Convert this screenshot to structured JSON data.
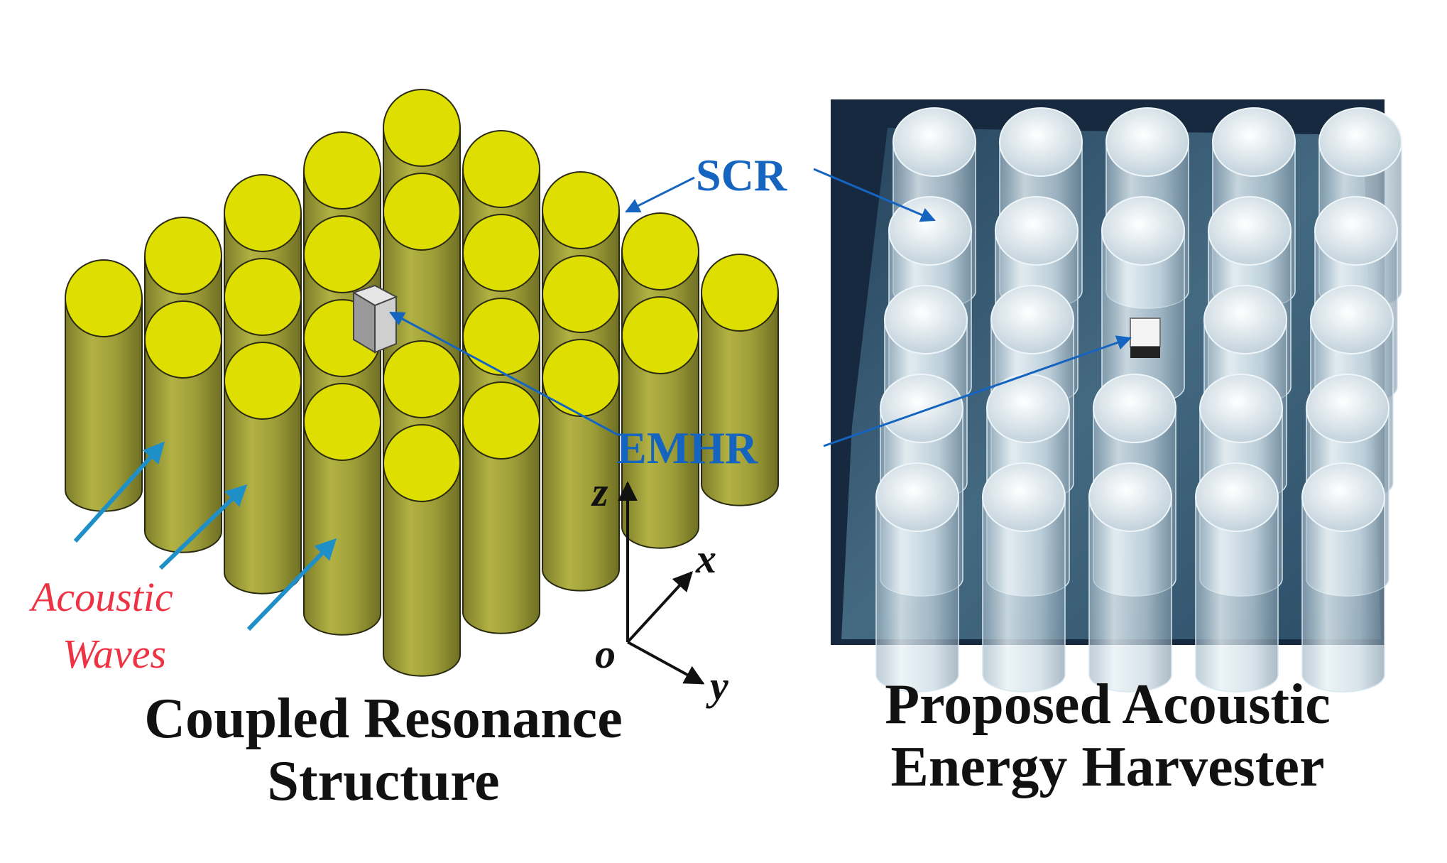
{
  "labels": {
    "scr": "SCR",
    "emhr": "EMHR",
    "acoustic_line1": "Acoustic",
    "acoustic_line2": "Waves",
    "axis_z": "z",
    "axis_x": "x",
    "axis_y": "y",
    "axis_o": "o"
  },
  "captions": {
    "left_line1": "Coupled Resonance",
    "left_line2": "Structure",
    "right_line1": "Proposed Acoustic",
    "right_line2": "Energy Harvester"
  },
  "colors": {
    "cylinder_top": "#dede00",
    "cylinder_side": "#a3a33a",
    "label_blue": "#1565c0",
    "wave_arrow": "#1f8fc8",
    "wave_text": "#ee3344",
    "photo_bg": "#17293f",
    "caption": "#111111"
  }
}
